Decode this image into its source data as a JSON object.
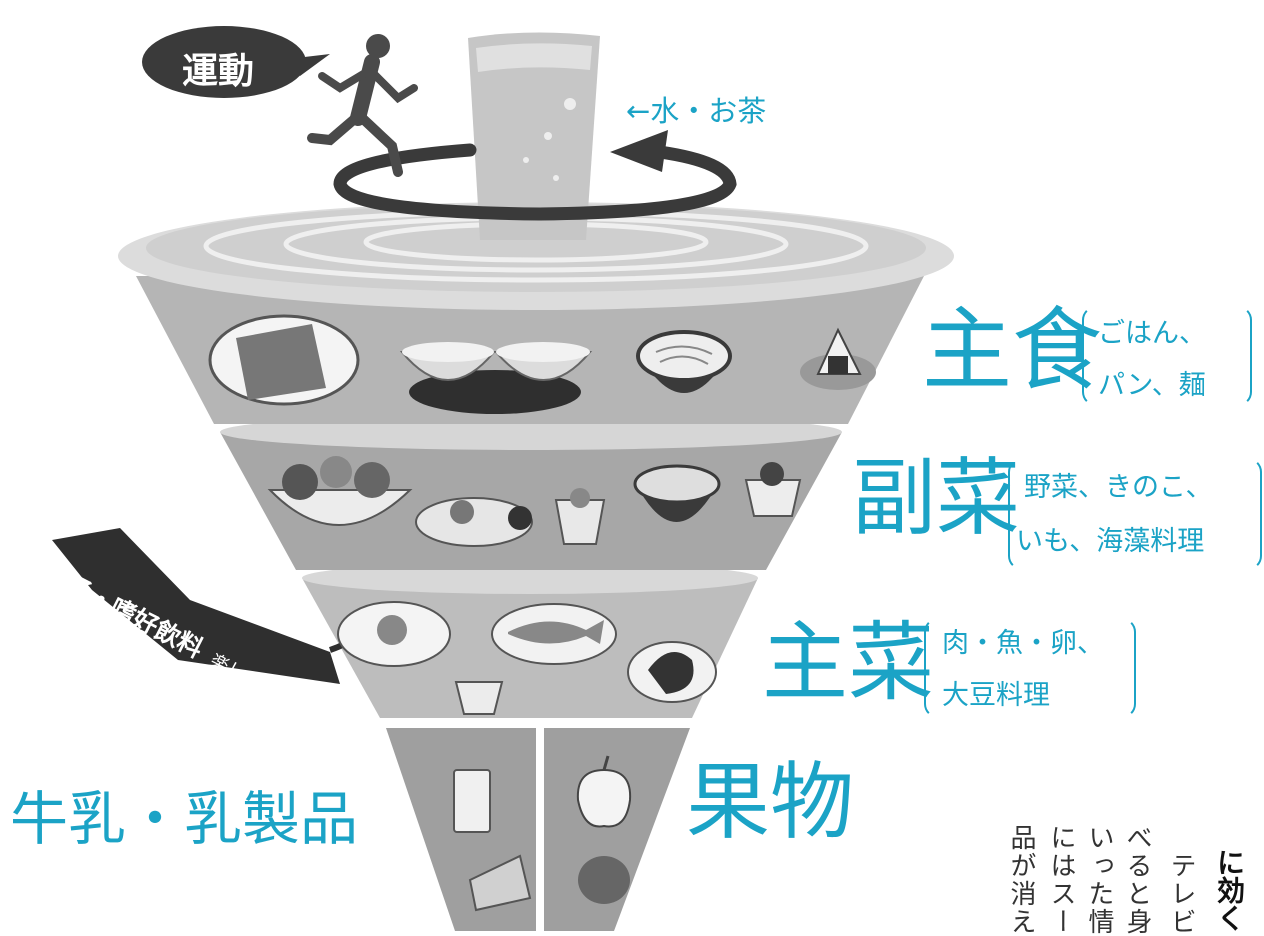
{
  "colors": {
    "accent": "#1ba3c6",
    "dark": "#333333",
    "band_light": "#cfcfcf",
    "band_mid": "#a8a8a8"
  },
  "icons": [
    "runner-icon",
    "water-glass-icon",
    "circular-arrow-icon",
    "bread-icon",
    "rice-bowl-icon",
    "noodle-bowl-icon",
    "onigiri-icon",
    "salad-icon",
    "soup-bowl-icon",
    "fried-egg-icon",
    "fish-icon",
    "milk-glass-icon",
    "cheese-icon",
    "apple-icon"
  ],
  "top": {
    "exercise_bubble": "運動",
    "water_label": "←水・お茶",
    "snack_ribbon_main": "菓子・嗜好飲料",
    "snack_ribbon_sub": "楽しく適度に"
  },
  "layers": {
    "staple": {
      "title": "主食",
      "items_line1": "ごはん、",
      "items_line2": "パン、麺"
    },
    "side": {
      "title": "副菜",
      "items_line1": "野菜、きのこ、",
      "items_line2": "いも、海藻料理"
    },
    "main": {
      "title": "主菜",
      "items_line1": "肉・魚・卵、",
      "items_line2": "大豆料理"
    },
    "dairy": {
      "title": "牛乳・乳製品"
    },
    "fruit": {
      "title": "果物"
    }
  },
  "article": {
    "heading": "に効く",
    "columns": [
      "テレビ",
      "べると身",
      "いった情",
      "にはスー",
      "品が消え"
    ]
  }
}
